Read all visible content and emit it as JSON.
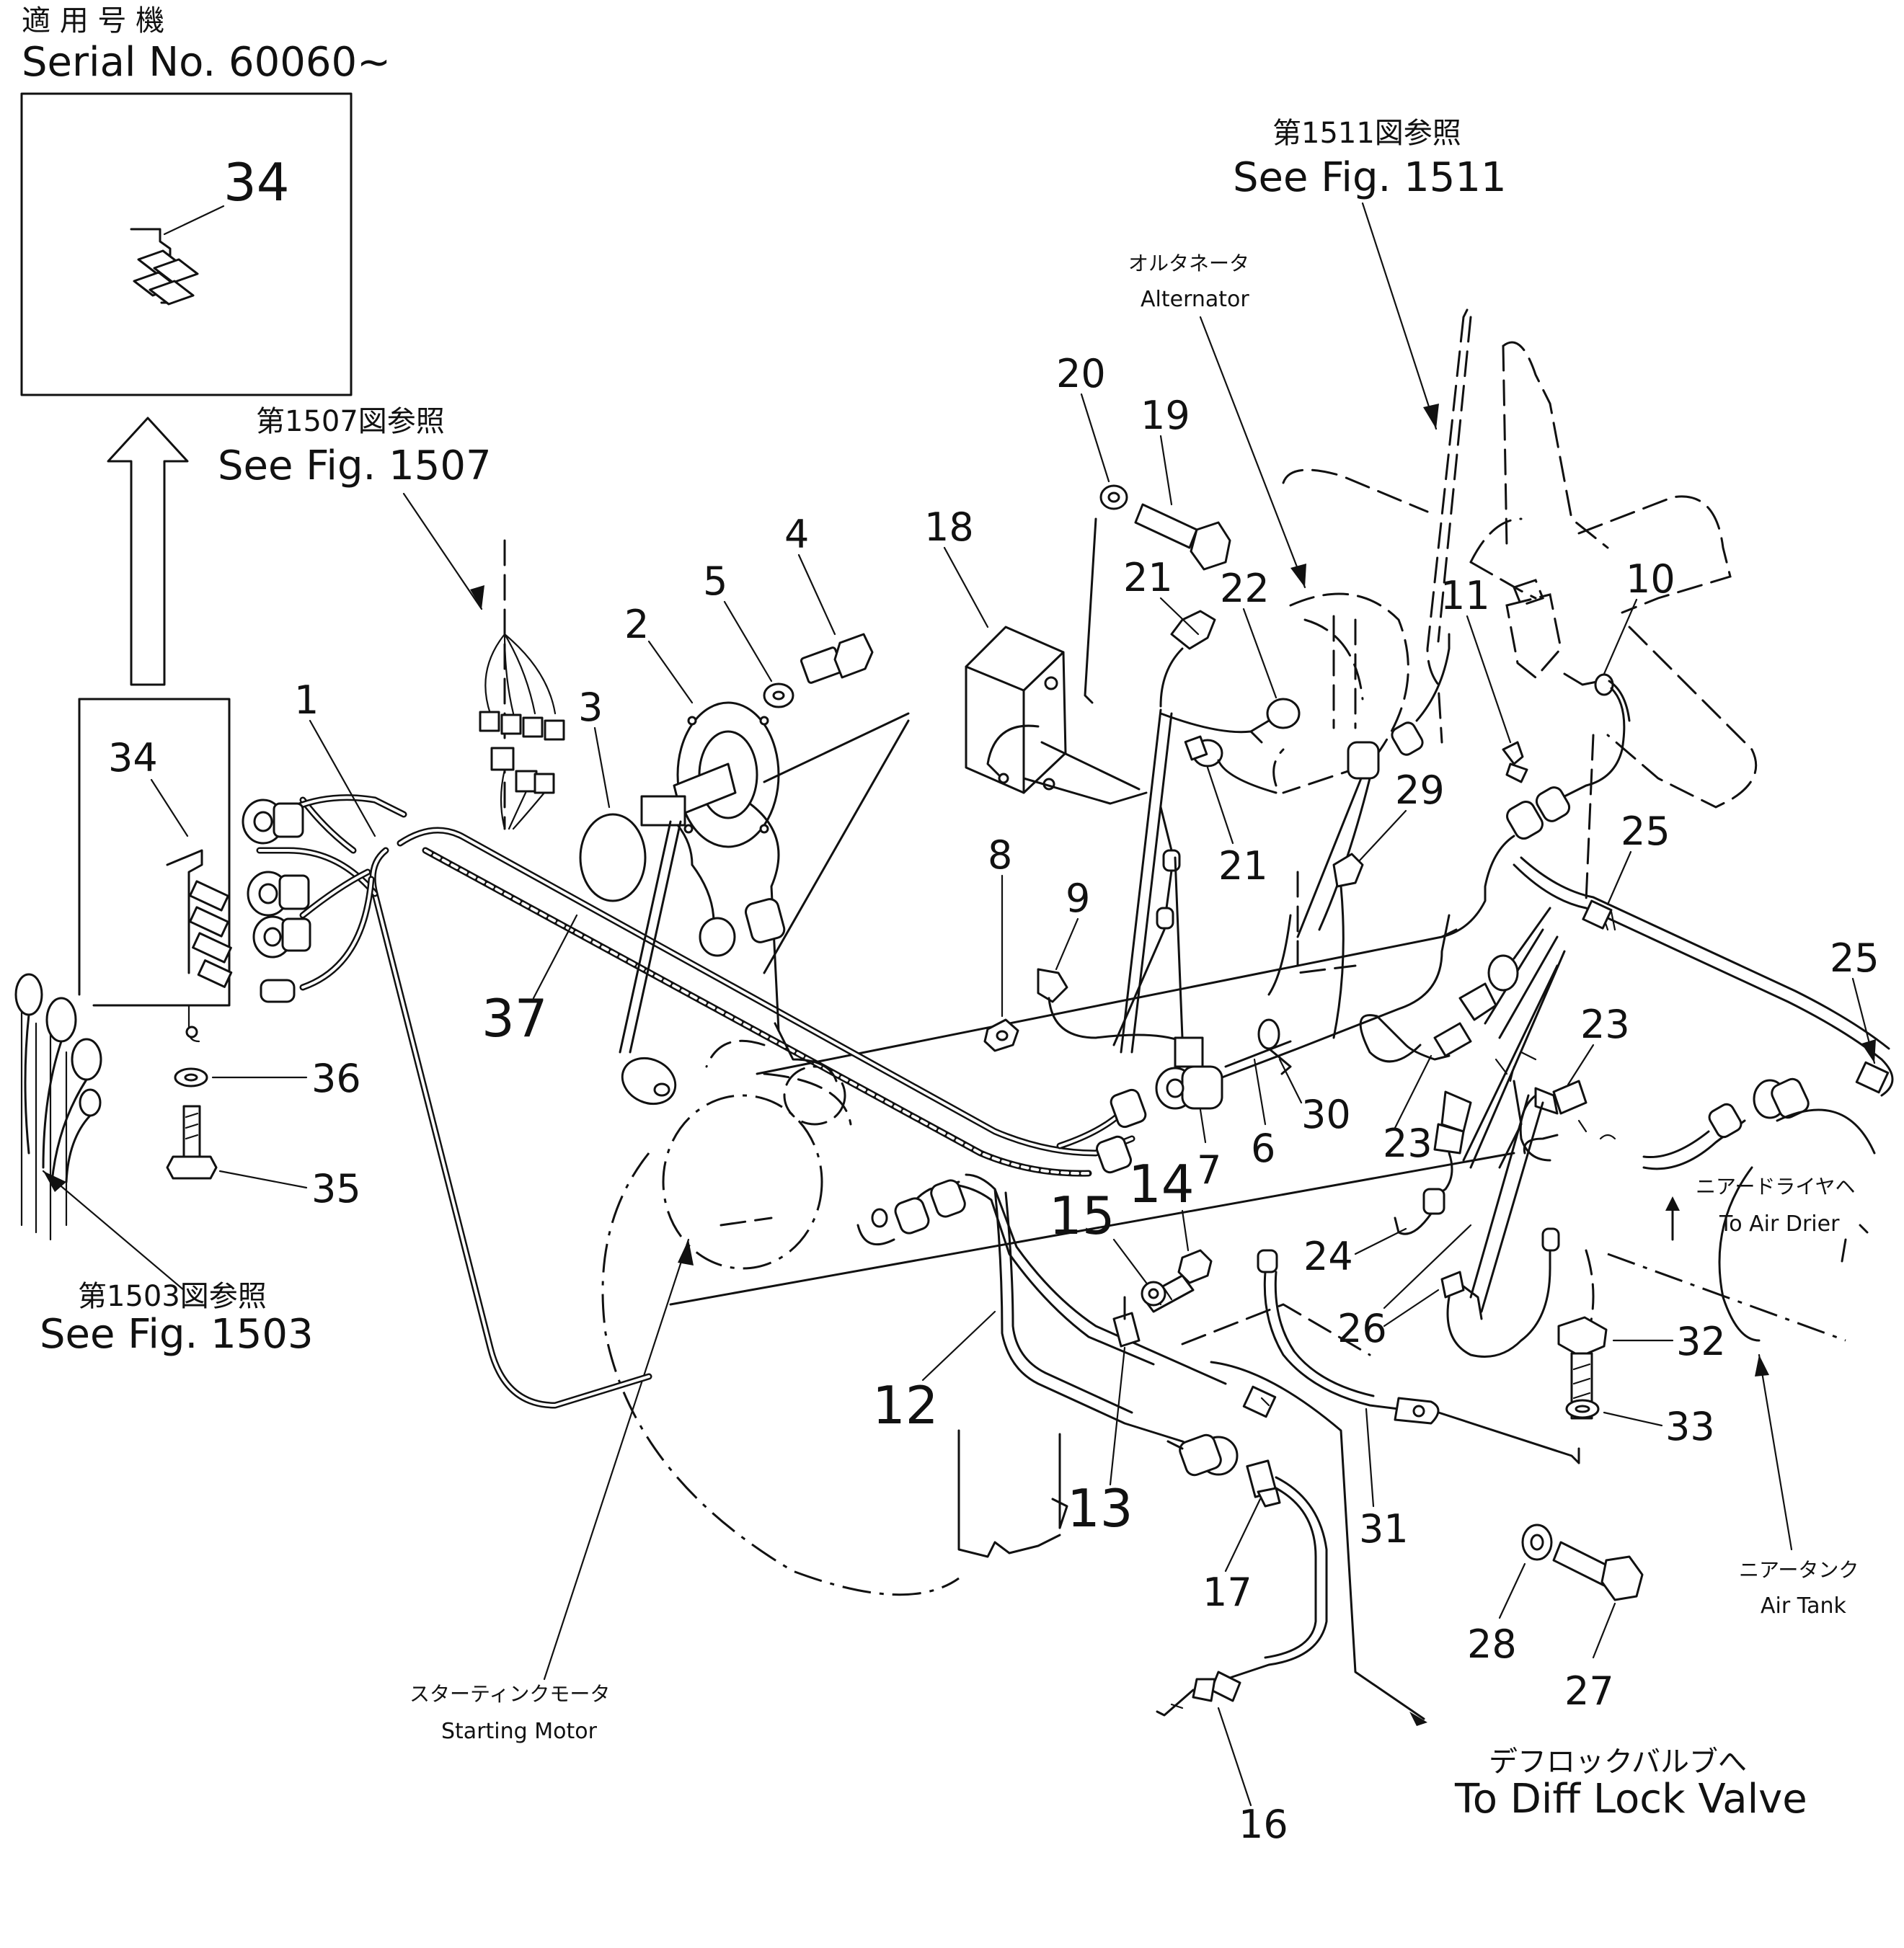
{
  "header": {
    "applicable_jp": "適 用 号 機",
    "serial": "Serial No. 60060~"
  },
  "refs": {
    "fig1507": {
      "jp": "第1507図参照",
      "en": "See Fig. 1507"
    },
    "fig1511": {
      "jp": "第1511図参照",
      "en": "See Fig. 1511"
    },
    "fig1503": {
      "jp": "第1503図参照",
      "en": "See Fig. 1503"
    }
  },
  "components": {
    "alternator": {
      "jp": "オルタネータ",
      "en": "Alternator"
    },
    "starting_motor": {
      "jp": "スターティンクモータ",
      "en": "Starting Motor"
    },
    "air_drier": {
      "jp": "ニアードライヤヘ",
      "en": "To Air Drier"
    },
    "air_tank": {
      "jp": "ニアータンク",
      "en": "Air Tank"
    },
    "diff_lock": {
      "jp": "デフロックバルブへ",
      "en": "To Diff Lock Valve"
    }
  },
  "callouts": {
    "p1": "1",
    "p2": "2",
    "p3": "3",
    "p4": "4",
    "p5": "5",
    "p6": "6",
    "p7": "7",
    "p8": "8",
    "p9": "9",
    "p10": "10",
    "p11": "11",
    "p12": "12",
    "p13": "13",
    "p14": "14",
    "p15": "15",
    "p16": "16",
    "p17": "17",
    "p18": "18",
    "p19": "19",
    "p20": "20",
    "p21": "21",
    "p22": "22",
    "p23": "23",
    "p24": "24",
    "p25": "25",
    "p26": "26",
    "p27": "27",
    "p28": "28",
    "p29": "29",
    "p30": "30",
    "p31": "31",
    "p32": "32",
    "p33": "33",
    "p34": "34",
    "p35": "35",
    "p36": "36",
    "p37": "37"
  }
}
